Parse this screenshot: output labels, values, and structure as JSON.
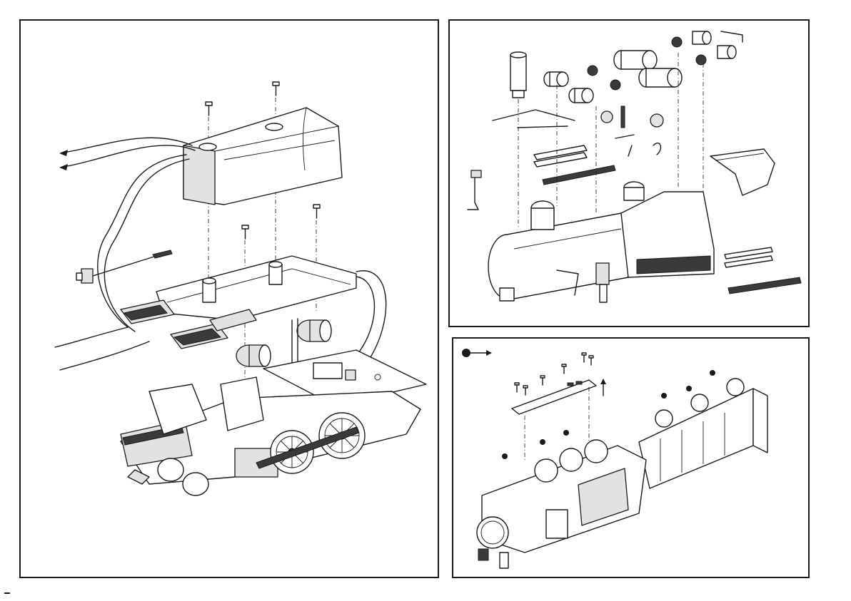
{
  "page": {
    "description_text": "",
    "panels": [
      {
        "id": "left",
        "content": "locomotive-body-disassembly"
      },
      {
        "id": "top-right",
        "content": "boiler-parts-exploded"
      },
      {
        "id": "bottom-right",
        "content": "chassis-top-view-with-screws"
      }
    ]
  },
  "icons": {
    "direction_arrow": "dot-arrow-right-icon",
    "upward_arrow": "arrow-up-icon",
    "screw": "screw-icon"
  },
  "colors": {
    "line": "#1a1a1a",
    "fill": "#ffffff",
    "shade": "#e2e2e2"
  }
}
